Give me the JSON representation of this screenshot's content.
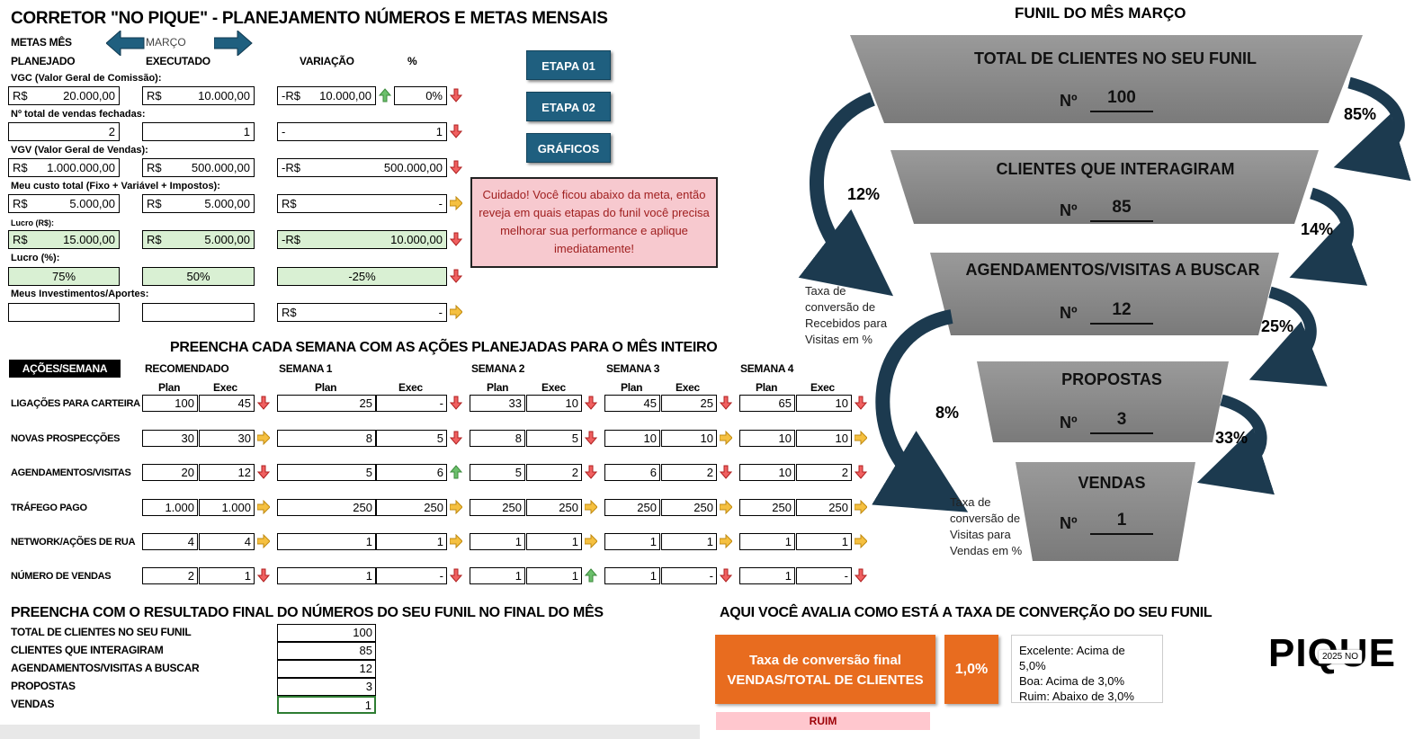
{
  "page": {
    "title": "CORRETOR \"NO PIQUE\" - PLANEJAMENTO NÚMEROS E METAS MENSAIS",
    "metas_mes_label": "METAS MÊS",
    "month": "MARÇO",
    "col_planejado": "PLANEJADO",
    "col_executado": "EXECUTADO",
    "col_variacao": "VARIAÇÃO",
    "col_pct": "%"
  },
  "buttons": {
    "etapa01": "ETAPA 01",
    "etapa02": "ETAPA 02",
    "graficos": "GRÁFICOS"
  },
  "metrics": {
    "vgc_label": "VGC (Valor Geral de Comissão):",
    "vgc_plan": "20.000,00",
    "vgc_exec": "10.000,00",
    "vgc_var_cur": "-R$",
    "vgc_var": "10.000,00",
    "vgc_pct": "0%",
    "vendas_label": "Nº total de vendas fechadas:",
    "vendas_plan": "2",
    "vendas_exec": "1",
    "vendas_var_cur": "-",
    "vendas_var": "1",
    "vgv_label": "VGV (Valor Geral de Vendas):",
    "vgv_plan": "1.000.000,00",
    "vgv_exec": "500.000,00",
    "vgv_var_cur": "-R$",
    "vgv_var": "500.000,00",
    "custo_label": "Meu custo total (Fixo + Variável + Impostos):",
    "custo_plan": "5.000,00",
    "custo_exec": "5.000,00",
    "custo_var_cur": "R$",
    "custo_var": "-",
    "lucro_rs_label": "Lucro (R$):",
    "lucro_plan": "15.000,00",
    "lucro_exec": "5.000,00",
    "lucro_var_cur": "-R$",
    "lucro_var": "10.000,00",
    "lucro_pct_label": "Lucro (%):",
    "lucro_pct_plan": "75%",
    "lucro_pct_exec": "50%",
    "lucro_pct_var": "-25%",
    "invest_label": "Meus Investimentos/Aportes:",
    "invest_var_cur": "R$",
    "invest_var": "-",
    "currency": "R$"
  },
  "warning": "Cuidado! Você ficou abaixo da meta, então reveja em quais etapas do funil você precisa melhorar sua performance e aplique imediatamente!",
  "weekly": {
    "title": "PREENCHA CADA SEMANA COM AS AÇÕES PLANEJADAS PARA O MÊS INTEIRO",
    "acoes_label": "AÇÕES/SEMANA",
    "groups": [
      "RECOMENDADO",
      "SEMANA 1",
      "SEMANA 2",
      "SEMANA 3",
      "SEMANA 4"
    ],
    "plan": "Plan",
    "exec": "Exec",
    "rows": [
      {
        "label": "LIGAÇÕES PARA CARTEIRA",
        "v": [
          "100",
          "45",
          "25",
          "-",
          "33",
          "10",
          "45",
          "25",
          "65",
          "10"
        ],
        "a": [
          "down",
          "down",
          "down",
          "down",
          "down"
        ]
      },
      {
        "label": "NOVAS PROSPECÇÕES",
        "v": [
          "30",
          "30",
          "8",
          "5",
          "8",
          "5",
          "10",
          "10",
          "10",
          "10"
        ],
        "a": [
          "right",
          "down",
          "down",
          "right",
          "right"
        ]
      },
      {
        "label": "AGENDAMENTOS/VISITAS",
        "v": [
          "20",
          "12",
          "5",
          "6",
          "5",
          "2",
          "6",
          "2",
          "10",
          "2"
        ],
        "a": [
          "down",
          "up",
          "down",
          "down",
          "down"
        ]
      },
      {
        "label": "TRÁFEGO PAGO",
        "v": [
          "1.000",
          "1.000",
          "250",
          "250",
          "250",
          "250",
          "250",
          "250",
          "250",
          "250"
        ],
        "a": [
          "right",
          "right",
          "right",
          "right",
          "right"
        ]
      },
      {
        "label": "NETWORK/AÇÕES DE RUA",
        "v": [
          "4",
          "4",
          "1",
          "1",
          "1",
          "1",
          "1",
          "1",
          "1",
          "1"
        ],
        "a": [
          "right",
          "right",
          "right",
          "right",
          "right"
        ]
      },
      {
        "label": "NÚMERO DE VENDAS",
        "v": [
          "2",
          "1",
          "1",
          "-",
          "1",
          "1",
          "1",
          "-",
          "1",
          "-"
        ],
        "a": [
          "down",
          "down",
          "up",
          "down",
          "down"
        ]
      }
    ]
  },
  "final": {
    "title": "PREENCHA COM O RESULTADO FINAL DO NÚMEROS DO SEU FUNIL NO FINAL DO MÊS",
    "rows": [
      {
        "label": "TOTAL DE CLIENTES NO SEU FUNIL",
        "value": "100"
      },
      {
        "label": "CLIENTES QUE INTERAGIRAM",
        "value": "85"
      },
      {
        "label": "AGENDAMENTOS/VISITAS A BUSCAR",
        "value": "12"
      },
      {
        "label": "PROPOSTAS",
        "value": "3"
      },
      {
        "label": "VENDAS",
        "value": "1"
      }
    ]
  },
  "funnel": {
    "title": "FUNIL DO MÊS MARÇO",
    "num_label": "Nº",
    "stages": [
      {
        "label": "TOTAL DE CLIENTES NO SEU FUNIL",
        "value": "100"
      },
      {
        "label": "CLIENTES QUE INTERAGIRAM",
        "value": "85"
      },
      {
        "label": "AGENDAMENTOS/VISITAS A BUSCAR",
        "value": "12"
      },
      {
        "label": "PROPOSTAS",
        "value": "3"
      },
      {
        "label": "VENDAS",
        "value": "1"
      }
    ],
    "right_pcts": [
      "85%",
      "14%",
      "25%",
      "33%"
    ],
    "left_pcts": [
      "12%",
      "8%"
    ],
    "note1": "Taxa de conversão de Recebidos para Visitas em %",
    "note2": "Taxa de conversão de Visitas para Vendas em %"
  },
  "conversion": {
    "title": "AQUI VOCÊ AVALIA COMO ESTÁ A TAXA DE CONVERÇÃO DO SEU FUNIL",
    "box_line1": "Taxa de conversão final",
    "box_line2": "VENDAS/TOTAL DE CLIENTES",
    "rate": "1,0%",
    "legend": [
      "Excelente: Acima de 5,0%",
      "Boa: Acima de 3,0%",
      "Ruim: Abaixo de 3,0%"
    ],
    "status": "RUIM"
  },
  "logo": {
    "text": "PIQUE",
    "badge": "2025 NO"
  },
  "colors": {
    "button": "#1f5f7f",
    "funnel": "#8a8a8a",
    "arc": "#1c3a4f",
    "orange": "#e86c1f",
    "green_fill": "#d9f0d3",
    "warning_bg": "#f7c9cf",
    "status_bg": "#ffc7ce"
  }
}
